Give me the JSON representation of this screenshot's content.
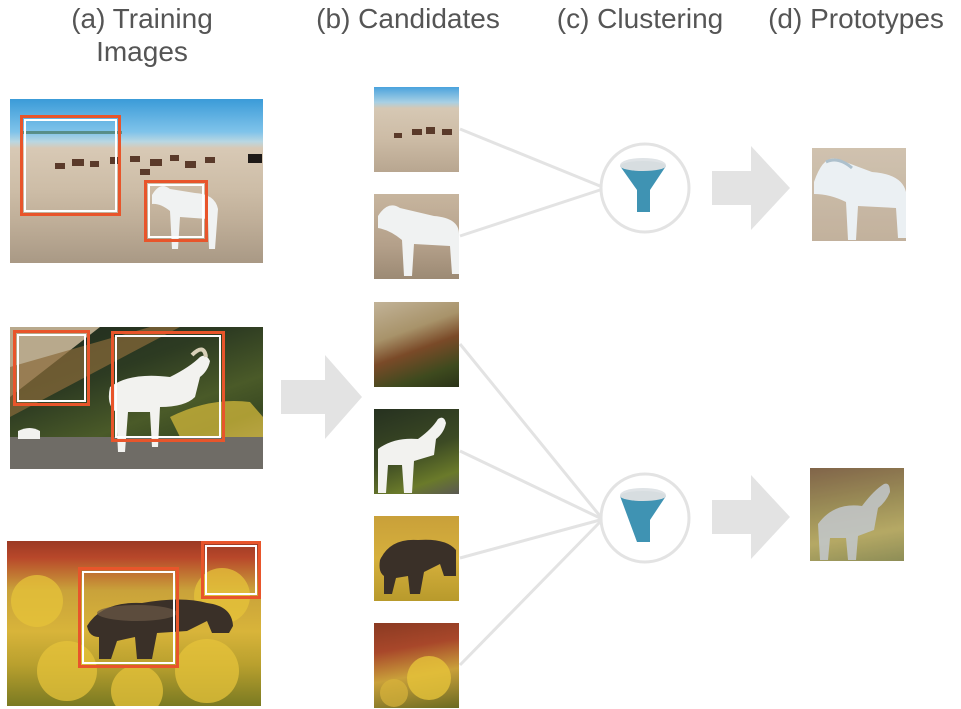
{
  "headings": {
    "training_line1": "(a) Training",
    "training_line2": "Images",
    "candidates": "(b) Candidates",
    "clustering": "(c) Clustering",
    "prototypes": "(d) Prototypes"
  },
  "colors": {
    "heading_text": "#555555",
    "box_border": "#e8552b",
    "connector": "#e3e3e3",
    "arrow": "#e3e3e3",
    "funnel": "#3f93b3"
  },
  "icons": {
    "funnel": "funnel-icon",
    "arrow": "right-arrow-icon"
  }
}
